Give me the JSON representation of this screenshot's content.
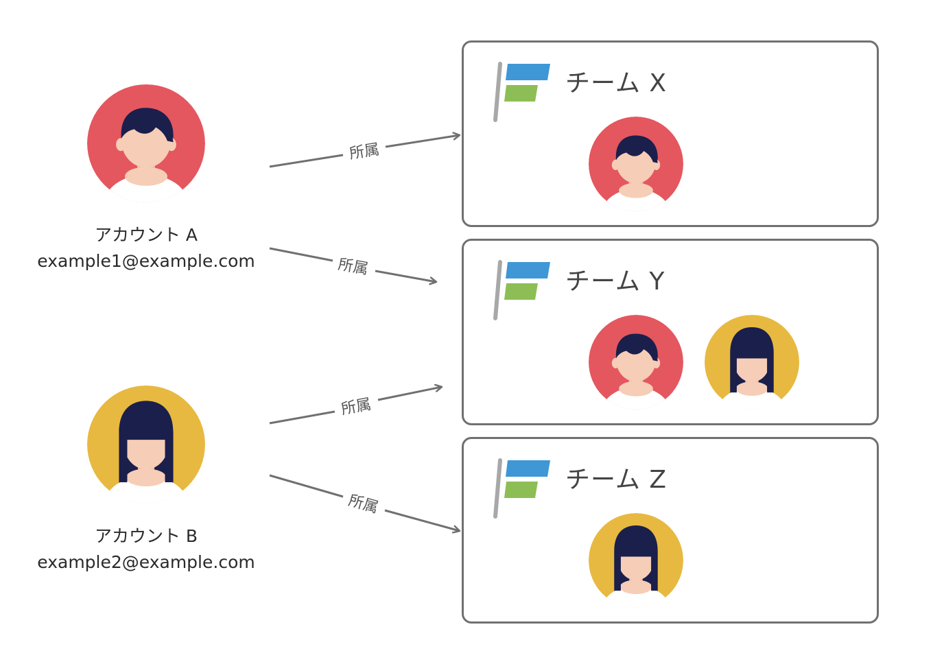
{
  "colors": {
    "avatar_red": "#E4575F",
    "avatar_yellow": "#E7B940",
    "hair": "#1B1F4C",
    "skin": "#F6CDB6",
    "shirt": "#FFFFFF",
    "box_border": "#707070",
    "arrow": "#707070",
    "logo_blue": "#3F97D5",
    "logo_green": "#8DBE55",
    "logo_pole": "#A8A8A8"
  },
  "accounts": [
    {
      "name": "アカウント A",
      "email": "example1@example.com",
      "avatar": "male-avatar-icon"
    },
    {
      "name": "アカウント B",
      "email": "example2@example.com",
      "avatar": "female-avatar-icon"
    }
  ],
  "teams": [
    {
      "title": "チーム X",
      "members": [
        "アカウント A"
      ]
    },
    {
      "title": "チーム Y",
      "members": [
        "アカウント A",
        "アカウント B"
      ]
    },
    {
      "title": "チーム Z",
      "members": [
        "アカウント B"
      ]
    }
  ],
  "edges": [
    {
      "from": "アカウント A",
      "to": "チーム X",
      "label": "所属"
    },
    {
      "from": "アカウント A",
      "to": "チーム Y",
      "label": "所属"
    },
    {
      "from": "アカウント B",
      "to": "チーム Y",
      "label": "所属"
    },
    {
      "from": "アカウント B",
      "to": "チーム Z",
      "label": "所属"
    }
  ]
}
